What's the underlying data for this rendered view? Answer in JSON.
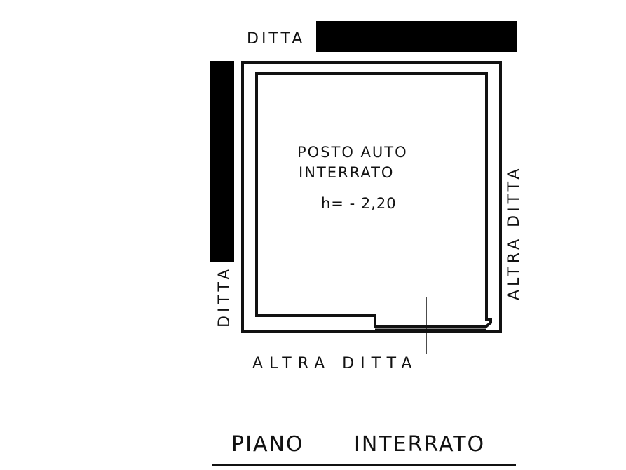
{
  "labels": {
    "top_neighbor": "DITTA",
    "left_neighbor": "DITTA",
    "right_neighbor": "ALTRA DITTA",
    "bottom_neighbor": "ALTRA DITTA",
    "room_name_line1": "POSTO AUTO",
    "room_name_line2": "INTERRATO",
    "room_height": "h= - 2,20",
    "floor_name_word1": "PIANO",
    "floor_name_word2": "INTERRATO"
  },
  "colors": {
    "ink": "#111111",
    "paper": "#ffffff",
    "redaction": "#000000"
  }
}
